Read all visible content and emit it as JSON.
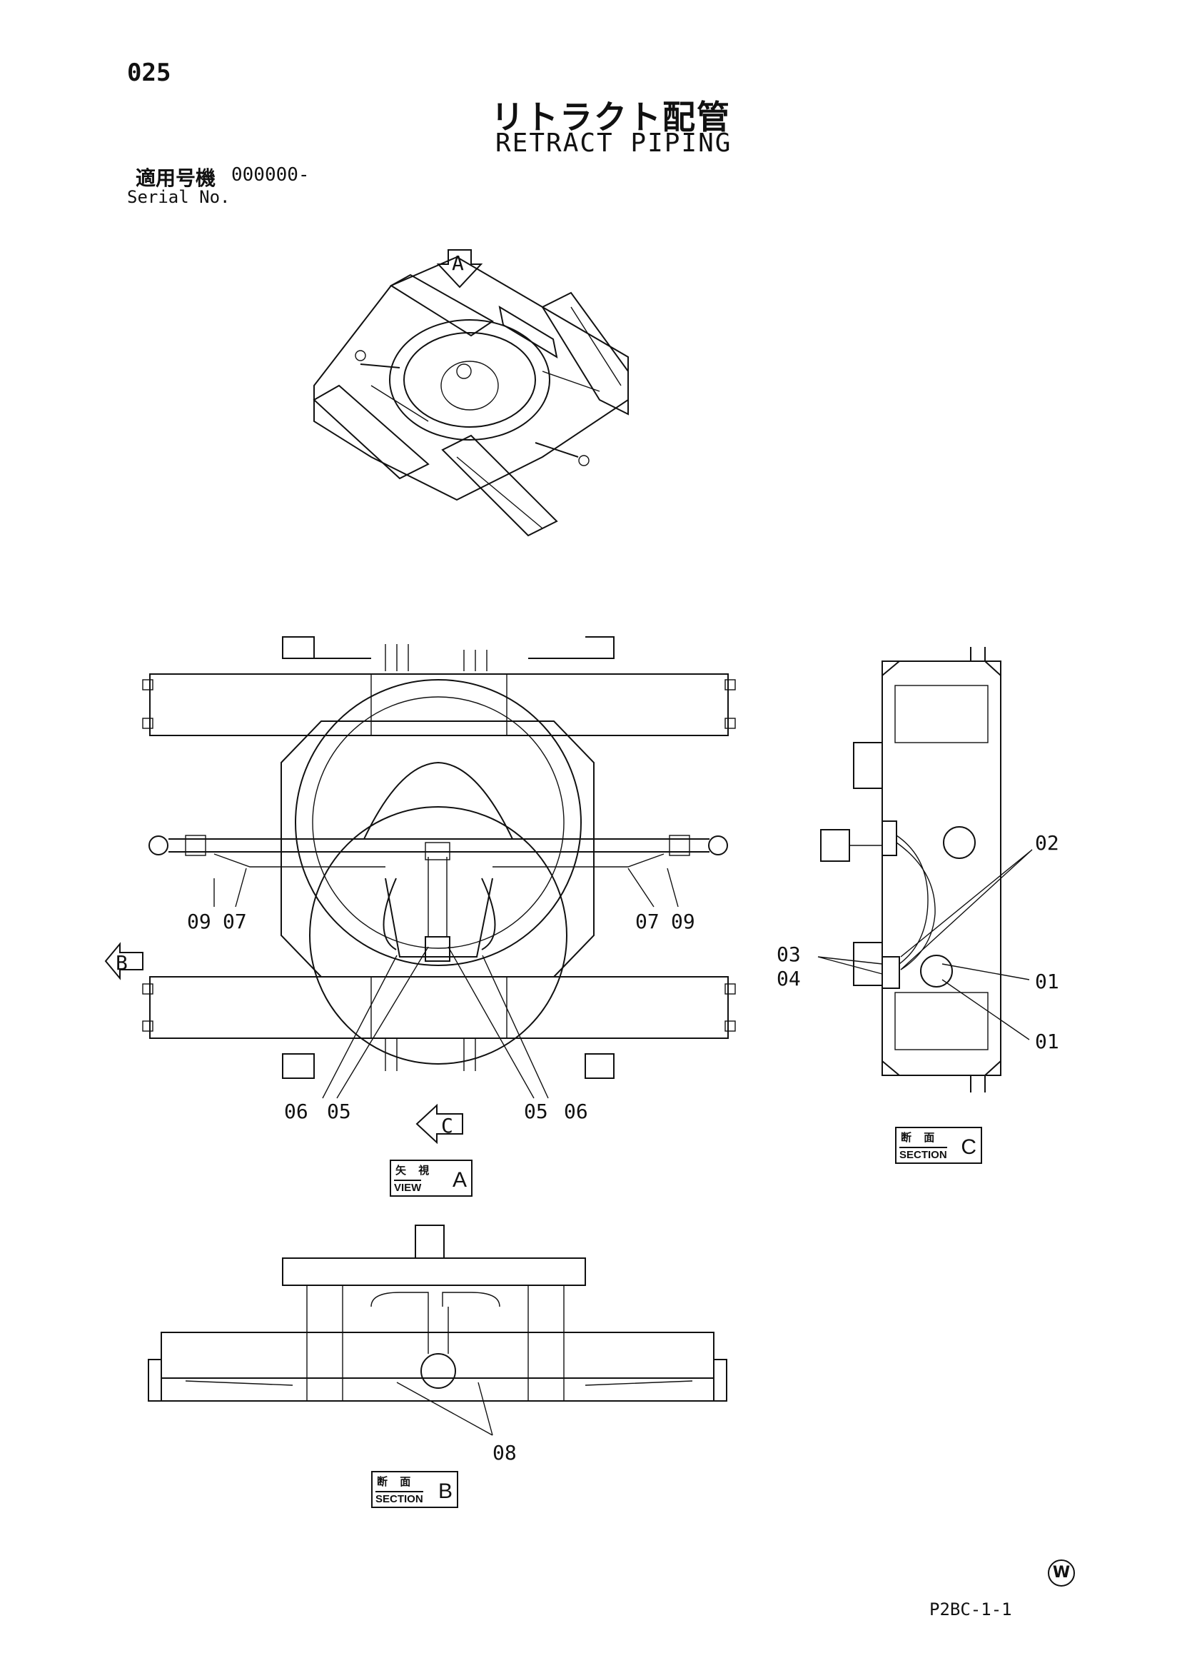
{
  "header": {
    "page_number": "025",
    "title_jp": "リトラクト配管",
    "title_en": "RETRACT PIPING",
    "serial_label_jp": "適用号機",
    "serial_value": "000000-",
    "serial_label_en": "Serial No."
  },
  "views": {
    "view_a": {
      "box_top": "矢 視",
      "box_bottom": "VIEW",
      "letter": "A"
    },
    "section_b": {
      "box_top": "断 面",
      "box_bottom": "SECTION",
      "letter": "B"
    },
    "section_c": {
      "box_top": "断 面",
      "box_bottom": "SECTION",
      "letter": "C"
    },
    "arrow_a": "A",
    "arrow_b": "B",
    "arrow_c": "C"
  },
  "callouts": {
    "c09_left": "09",
    "c07_left": "07",
    "c07_right": "07",
    "c09_right": "09",
    "c06_left": "06",
    "c05_left": "05",
    "c05_right": "05",
    "c06_right": "06",
    "c02": "02",
    "c03": "03",
    "c04": "04",
    "c01_upper": "01",
    "c01_lower": "01",
    "c08": "08"
  },
  "footer": {
    "drawing_code": "P2BC-1-1",
    "mark": "W"
  }
}
